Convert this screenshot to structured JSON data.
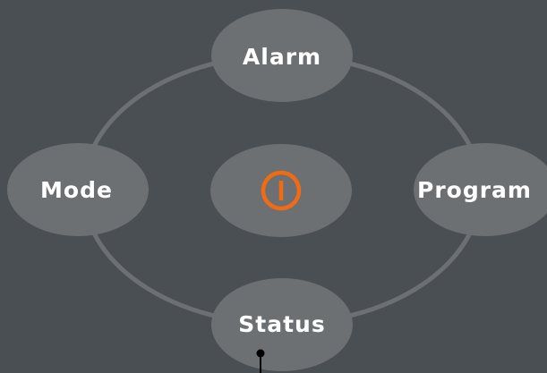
{
  "menu": {
    "top_label": "Alarm",
    "left_label": "Mode",
    "right_label": "Program",
    "bottom_label": "Status",
    "center_icon": "power-icon"
  },
  "colors": {
    "background": "#4a4f53",
    "button_fill": "#6c7073",
    "ring": "#6c7073",
    "label_text": "#ffffff",
    "power_accent": "#f26b12"
  }
}
